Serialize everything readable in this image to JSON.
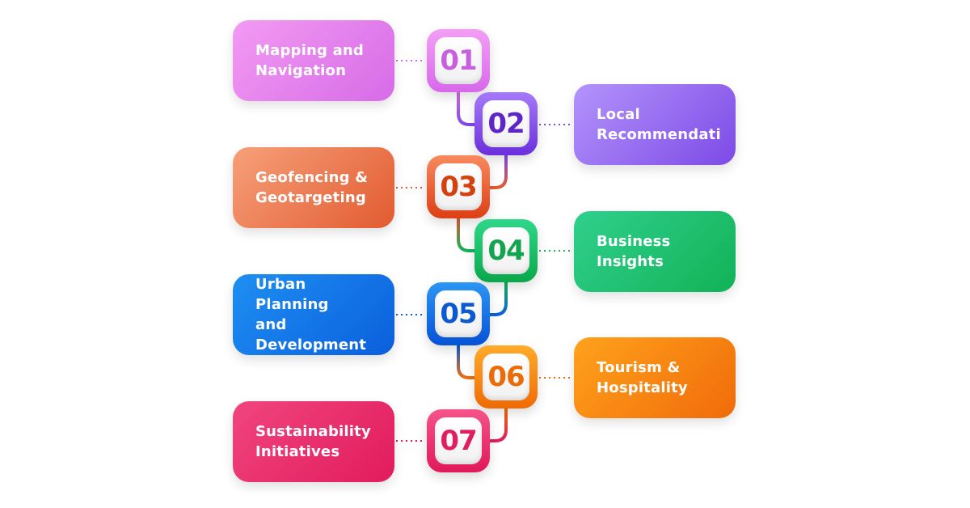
{
  "steps": [
    {
      "number": "01",
      "label": "Mapping and\nNavigation",
      "color": "#d76be8"
    },
    {
      "number": "02",
      "label": "Local\nRecommendati",
      "color": "#7d4ae6"
    },
    {
      "number": "03",
      "label": "Geofencing &\nGeotargeting",
      "color": "#e25b30"
    },
    {
      "number": "04",
      "label": "Business\nInsights",
      "color": "#12b257"
    },
    {
      "number": "05",
      "label": "Urban Planning\nand\nDevelopment",
      "color": "#0b5fdc"
    },
    {
      "number": "06",
      "label": "Tourism &\nHospitality",
      "color": "#f06b09"
    },
    {
      "number": "07",
      "label": "Sustainability\nInitiatives",
      "color": "#e21b5d"
    }
  ]
}
